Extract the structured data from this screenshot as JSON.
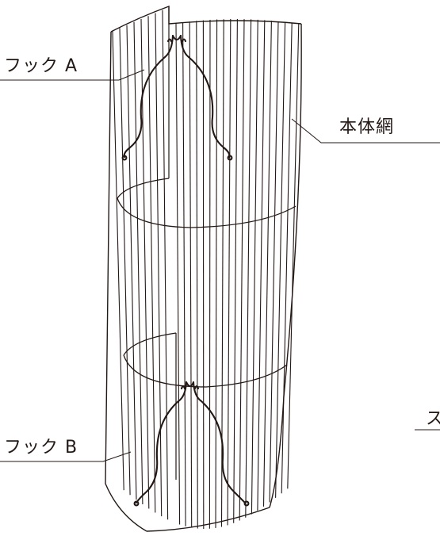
{
  "labels": {
    "hook_a": "フック A",
    "body_net": "本体網",
    "hook_b": "フック B",
    "partial_right": "ス"
  },
  "colors": {
    "line": "#231815",
    "background": "#ffffff"
  }
}
